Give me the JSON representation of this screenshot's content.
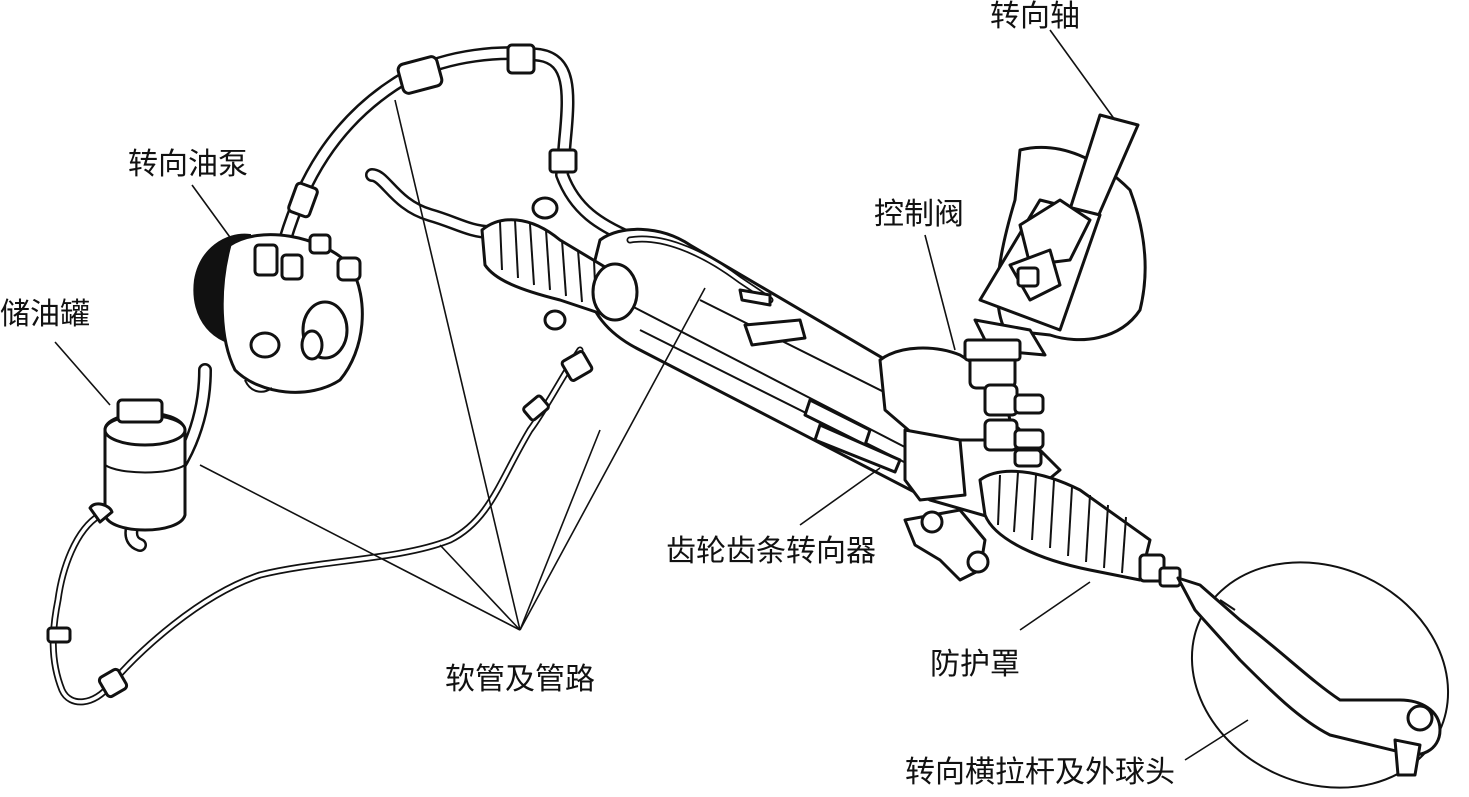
{
  "labels": {
    "steering_shaft": "转向轴",
    "steering_pump": "转向油泵",
    "control_valve": "控制阀",
    "reservoir": "储油罐",
    "rack_pinion": "齿轮齿条转向器",
    "boot": "防护罩",
    "hoses": "软管及管路",
    "tie_rod": "转向横拉杆及外球头"
  },
  "colors": {
    "line": "#111111",
    "background": "#ffffff"
  }
}
